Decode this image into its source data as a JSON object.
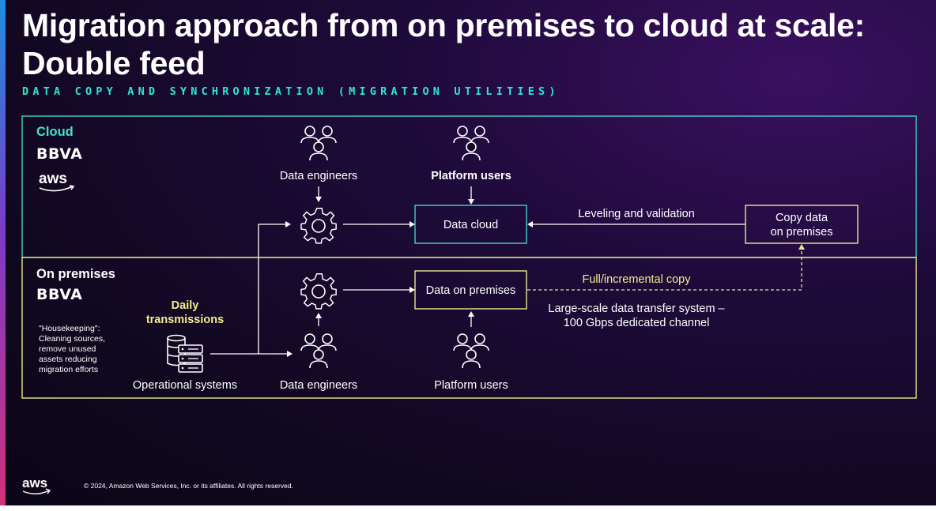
{
  "slide": {
    "title": "Migration approach from on premises to cloud at scale: Double feed",
    "subtitle": "DATA COPY AND SYNCHRONIZATION (MIGRATION UTILITIES)",
    "footer": "© 2024, Amazon Web Services, Inc. or its affiliates. All rights reserved.",
    "footer_logo": "aws"
  },
  "colors": {
    "cloud_border": "#3fd6c4",
    "onprem_border": "#e9e98a",
    "accent_teal": "#2ee6d6",
    "accent_yellow": "#f3ee8e"
  },
  "cloud": {
    "zone_label": "Cloud",
    "brand_1": "BBVA",
    "brand_2": "aws",
    "data_engineers": "Data engineers",
    "platform_users": "Platform users",
    "data_cloud": "Data cloud",
    "leveling": "Leveling and validation",
    "copy_data_line1": "Copy data",
    "copy_data_line2": "on premises"
  },
  "onprem": {
    "zone_label": "On premises",
    "brand": "BBVA",
    "housekeeping": [
      "\"Housekeeping\":",
      "Cleaning sources,",
      "remove unused",
      "assets reducing",
      "migration efforts"
    ],
    "daily_line1": "Daily",
    "daily_line2": "transmissions",
    "operational_systems": "Operational systems",
    "data_engineers": "Data engineers",
    "platform_users": "Platform users",
    "data_on_premises": "Data on premises",
    "full_incremental": "Full/incremental copy",
    "transfer_line1": "Large-scale data transfer system –",
    "transfer_line2": "100 Gbps dedicated channel"
  },
  "icons": {
    "people": "people-group-icon",
    "gear": "gear-icon",
    "database": "database-servers-icon"
  }
}
